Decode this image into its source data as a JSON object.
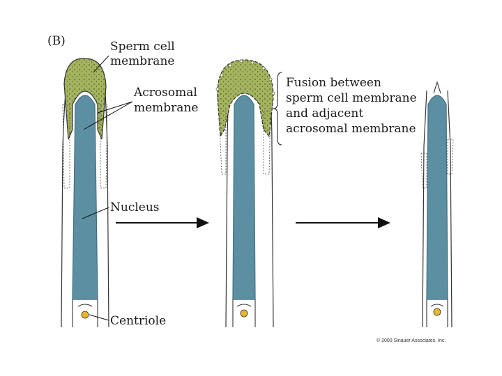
{
  "figure": {
    "panel_label": "(B)",
    "labels": {
      "sperm_membrane": [
        "Sperm cell",
        "membrane"
      ],
      "acrosomal_membrane": [
        "Acrosomal",
        "membrane"
      ],
      "nucleus": "Nucleus",
      "centriole": "Centriole",
      "fusion_note": [
        "Fusion between",
        "sperm cell membrane",
        "and adjacent",
        "acrosomal membrane"
      ]
    },
    "copyright": "© 2000 Sinauer Associates, Inc.",
    "colors": {
      "acrosome": "#a3b35e",
      "nucleus": "#5d8fa3",
      "nucleus_outline": "#3f6f82",
      "centriole": "#e8b62a",
      "outline": "#333333"
    }
  }
}
